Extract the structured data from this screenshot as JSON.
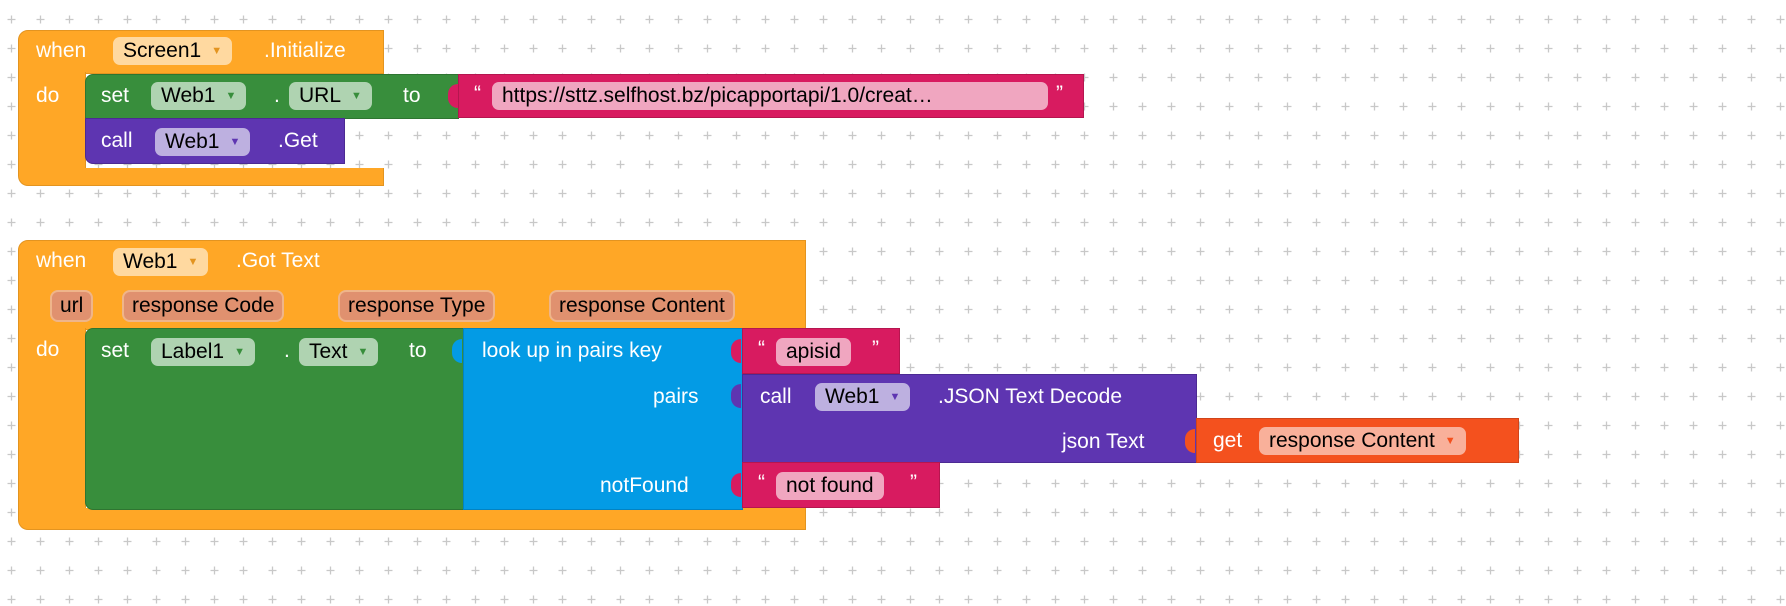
{
  "block1": {
    "when": "when",
    "component": "Screen1",
    "event": ".Initialize",
    "do": "do",
    "set": {
      "keyword": "set",
      "component": "Web1",
      "dot": ".",
      "property": "URL",
      "to": "to"
    },
    "url_text": {
      "open_quote": "“",
      "value": "https://sttz.selfhost.bz/picapportapi/1.0/creat…",
      "close_quote": "”"
    },
    "call": {
      "keyword": "call",
      "component": "Web1",
      "method": ".Get"
    }
  },
  "block2": {
    "when": "when",
    "component": "Web1",
    "event": ".Got Text",
    "do": "do",
    "params": [
      "url",
      "response Code",
      "response Type",
      "response Content"
    ],
    "set": {
      "keyword": "set",
      "component": "Label1",
      "dot": ".",
      "property": "Text",
      "to": "to"
    },
    "lookup": {
      "label": "look up in pairs  key",
      "pairs": "pairs",
      "notFound": "notFound"
    },
    "key_text": {
      "open_quote": "“",
      "value": "apisid",
      "close_quote": "”"
    },
    "decode": {
      "keyword": "call",
      "component": "Web1",
      "method": ".JSON Text Decode",
      "arg": "json Text"
    },
    "get": {
      "keyword": "get",
      "variable": "response Content"
    },
    "notfound_text": {
      "open_quote": "“",
      "value": "not found",
      "close_quote": "”"
    }
  },
  "dropdown_arrow": "▼"
}
